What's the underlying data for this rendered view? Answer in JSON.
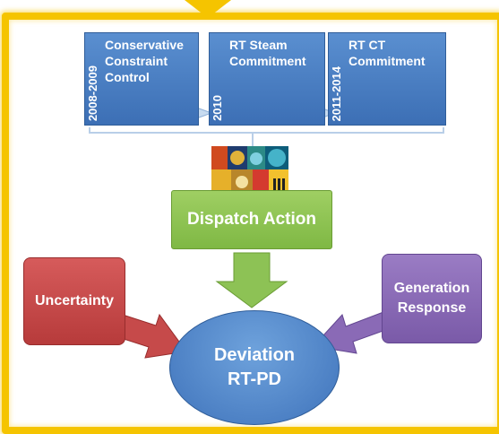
{
  "timeline": [
    {
      "year": "2008-2009",
      "label": "Conservative\nConstraint\nControl"
    },
    {
      "year": "2010",
      "label": "RT Steam\nCommitment"
    },
    {
      "year": "2011-2014",
      "label": "RT CT\nCommitment"
    }
  ],
  "nodes": {
    "dispatch": "Dispatch Action",
    "uncertainty": "Uncertainty",
    "generation": "Generation\nResponse",
    "deviation": "Deviation\nRT-PD"
  },
  "colors": {
    "frame": "#f5c400",
    "timeline": "#4a7fc1",
    "dispatch": "#8dc255",
    "uncertainty": "#c64a4a",
    "generation": "#8a6ab6",
    "deviation": "#4f86c9"
  }
}
